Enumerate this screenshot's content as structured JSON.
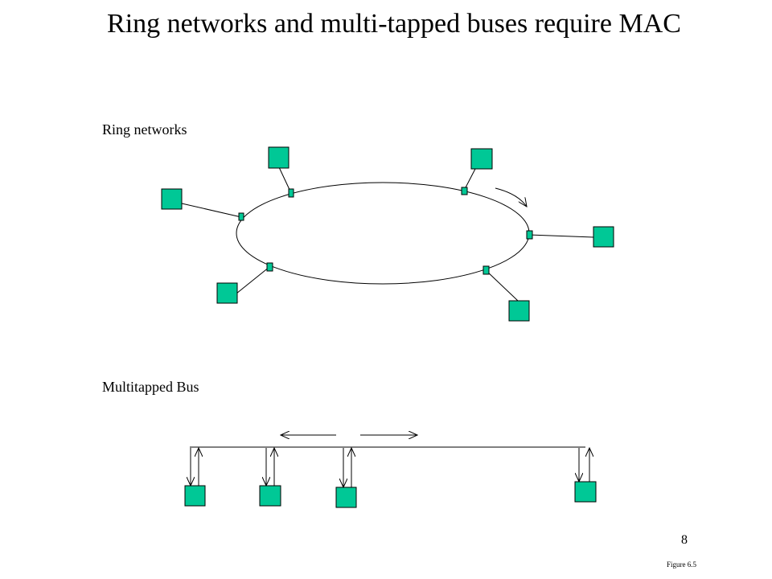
{
  "slide": {
    "title": "Ring networks and multi-tapped buses require MAC",
    "page_number": "8",
    "figure_ref": "Figure 6.5"
  },
  "ring": {
    "label": "Ring networks",
    "station_count": 6,
    "direction": "clockwise"
  },
  "bus": {
    "label": "Multitapped Bus",
    "station_count": 4,
    "direction": "bidirectional"
  },
  "colors": {
    "station_fill": "#00c896",
    "stroke": "#000000"
  }
}
